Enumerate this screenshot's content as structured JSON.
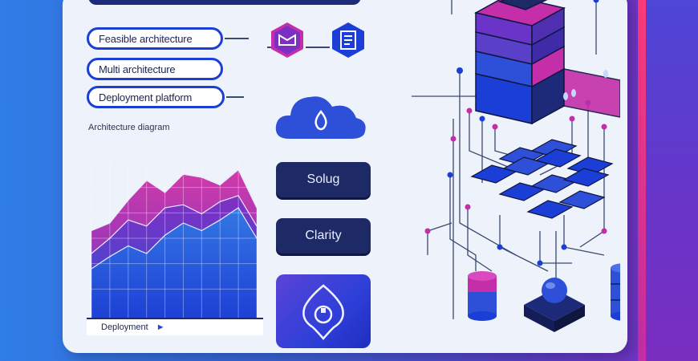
{
  "pills": [
    {
      "label": "Feasible architecture"
    },
    {
      "label": "Multi architecture"
    },
    {
      "label": "Deployment platform"
    }
  ],
  "section_heading": "Architecture diagram",
  "buttons": {
    "solve_label": "Solug",
    "clarity_label": "Clarity"
  },
  "chart": {
    "caption": "Deployment",
    "caption_arrow": "►"
  },
  "chart_data": {
    "type": "area",
    "title": "",
    "xlabel": "",
    "ylabel": "",
    "series": [
      {
        "values": [
          55,
          60,
          75,
          88,
          80,
          92,
          90,
          85,
          95,
          70
        ]
      },
      {
        "values": [
          40,
          50,
          62,
          58,
          70,
          72,
          66,
          74,
          78,
          58
        ]
      },
      {
        "values": [
          30,
          38,
          45,
          40,
          52,
          60,
          55,
          62,
          70,
          50
        ]
      }
    ],
    "ylim": [
      0,
      100
    ],
    "grid": true
  },
  "colors": {
    "accent_blue": "#1b3fd6",
    "navy": "#1d2a66",
    "magenta": "#c42ea8",
    "violet": "#6a34c8"
  }
}
